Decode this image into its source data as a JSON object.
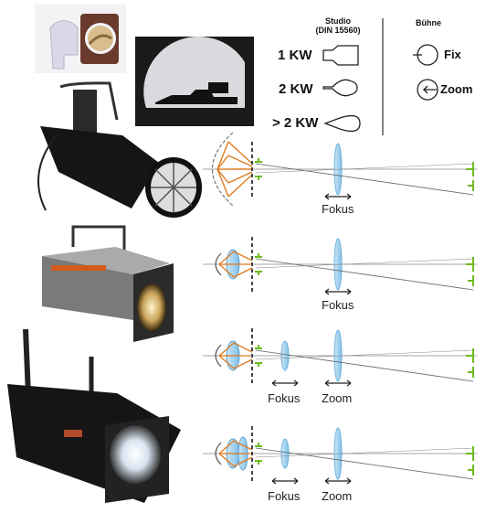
{
  "header": {
    "studio": "Studio",
    "din": "(DIN 15560)",
    "buhne": "Bühne"
  },
  "lamps": [
    {
      "label": "1 KW"
    },
    {
      "label": "2 KW"
    },
    {
      "label": "> 2 KW"
    }
  ],
  "modes": [
    {
      "label": "Fix"
    },
    {
      "label": "Zoom"
    }
  ],
  "diagrams": [
    {
      "labels": [
        "Fokus"
      ]
    },
    {
      "labels": [
        "Fokus"
      ]
    },
    {
      "labels": [
        "Fokus",
        "Zoom"
      ]
    },
    {
      "labels": [
        "Fokus",
        "Zoom"
      ]
    }
  ],
  "colors": {
    "orange": "#e07a1f",
    "blue": "#8fc8ea",
    "green": "#6dbb1e"
  }
}
